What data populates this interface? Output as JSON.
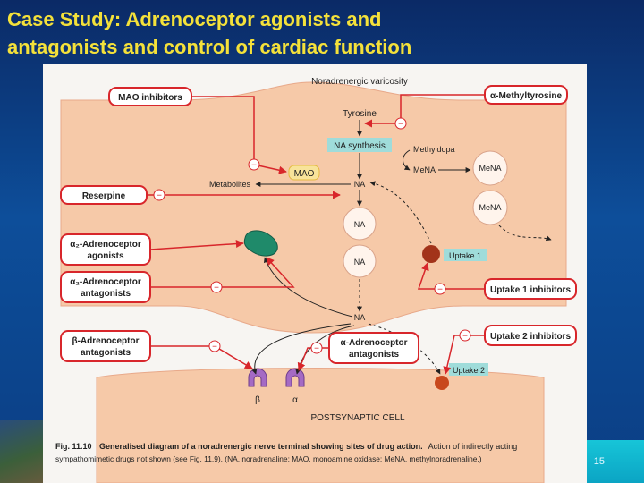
{
  "slide": {
    "title_line1": "Case Study:  Adrenoceptor agonists and",
    "title_line2": "antagonists and control of cardiac function",
    "page_number": "15"
  },
  "diagram": {
    "varicosity_label": "Noradrenergic varicosity",
    "tyrosine": "Tyrosine",
    "na_synthesis": "NA synthesis",
    "methyldopa": "Methyldopa",
    "mena_inner": "MeNA",
    "mena_vesicle_top": "MeNA",
    "mena_vesicle_bottom": "MeNA",
    "mao": "MAO",
    "metabolites": "Metabolites",
    "na_cytoplasm": "NA",
    "na_vesicle_1": "NA",
    "na_vesicle_2": "NA",
    "na_released": "NA",
    "uptake1": "Uptake 1",
    "uptake2": "Uptake 2",
    "beta_receptor": "β",
    "alpha_receptor": "α",
    "postsynaptic_cell": "POSTSYNAPTIC CELL",
    "minus": "−",
    "drug_boxes": {
      "mao_inhibitors": "MAO inhibitors",
      "reserpine": "Reserpine",
      "alpha2_agonists_l1": "α₂-Adrenoceptor",
      "alpha2_agonists_l2": "agonists",
      "alpha2_antagonists_l1": "α₂-Adrenoceptor",
      "alpha2_antagonists_l2": "antagonists",
      "beta_antagonists_l1": "β-Adrenoceptor",
      "beta_antagonists_l2": "antagonists",
      "alpha_methyltyrosine": "α-Methyltyrosine",
      "uptake1_inhibitors": "Uptake 1 inhibitors",
      "uptake2_inhibitors": "Uptake 2 inhibitors",
      "alpha_antagonists_l1": "α-Adrenoceptor",
      "alpha_antagonists_l2": "antagonists"
    },
    "caption_fig": "Fig. 11.10",
    "caption_title": "Generalised diagram of a noradrenergic nerve terminal showing sites of drug action.",
    "caption_rest": "Action of indirectly acting",
    "caption_line2": "sympathomimetic drugs not shown (see Fig. 11.9). (NA, noradrenaline; MAO, monoamine oxidase; MeNA, methylnoradrenaline.)"
  },
  "colors": {
    "title": "#f4e13a",
    "box_border": "#d8262b",
    "cell_fill": "#f6c9a8",
    "na_synthesis_box": "#9fdcda"
  }
}
